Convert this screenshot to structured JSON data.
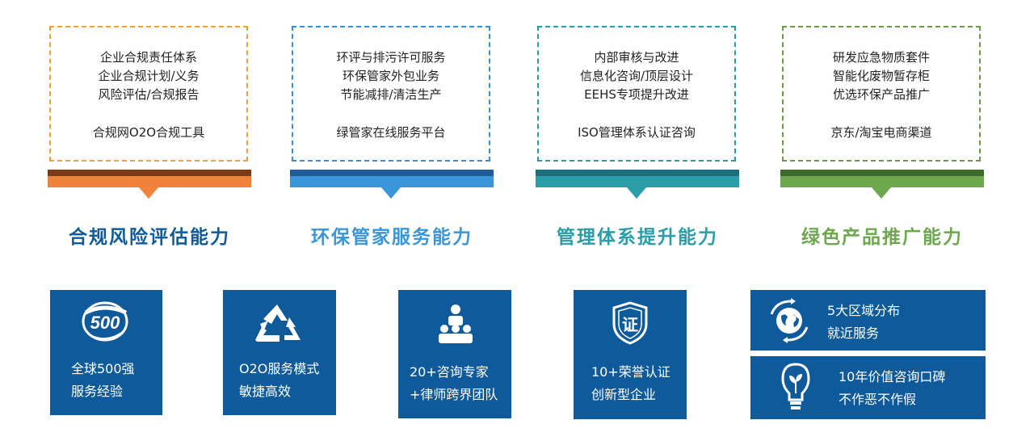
{
  "columns": [
    {
      "lines": [
        "企业合规责任体系",
        "企业合规计划/义务",
        "风险评估/合规报告"
      ],
      "tool": "合规网O2O合规工具",
      "heading": "合规风险评估能力",
      "color": "#e8a33a",
      "bar_color": "#f0823a",
      "bar_dark": "#7a3a15",
      "heading_color": "#0e5a9a"
    },
    {
      "lines": [
        "环评与排污许可服务",
        "环保管家外包业务",
        "节能减排/清洁生产"
      ],
      "tool": "绿管家在线服务平台",
      "heading": "环保管家服务能力",
      "color": "#3a8fd0",
      "bar_color": "#3a96d8",
      "bar_dark": "#1f5d9a",
      "heading_color": "#3a96d8"
    },
    {
      "lines": [
        "内部审核与改进",
        "信息化咨询/顶层设计",
        "EEHS专项提升改进"
      ],
      "tool": "ISO管理体系认证咨询",
      "heading": "管理体系提升能力",
      "color": "#2a9aa8",
      "bar_color": "#2a9ea8",
      "bar_dark": "#1a6f78",
      "heading_color": "#2a9ea8"
    },
    {
      "lines": [
        "研发应急物质套件",
        "智能化废物暂存柜",
        "优选环保产品推广"
      ],
      "tool": "京东/淘宝电商渠道",
      "heading": "绿色产品推广能力",
      "color": "#6a9a4a",
      "bar_color": "#6ea84e",
      "bar_dark": "#3d6a2a",
      "heading_color": "#6ea84e"
    }
  ],
  "tiles": [
    {
      "line1": "全球500强",
      "line2": "服务经验",
      "icon": "fortune-500-icon",
      "badge": "500"
    },
    {
      "line1": "O2O服务模式",
      "line2": "敏捷高效",
      "icon": "recycle-icon"
    },
    {
      "line1": "20+咨询专家",
      "line2": "+律师跨界团队",
      "icon": "expert-team-icon"
    },
    {
      "line1": "10+荣誉认证",
      "line2": "创新型企业",
      "icon": "certification-shield-icon",
      "badge": "证"
    },
    {
      "line1": "5大区域分布",
      "line2": "就近服务",
      "icon": "globe-icon"
    },
    {
      "line1": "10年价值咨询口碑",
      "line2": "不作恶不作假",
      "icon": "lightbulb-icon"
    }
  ]
}
